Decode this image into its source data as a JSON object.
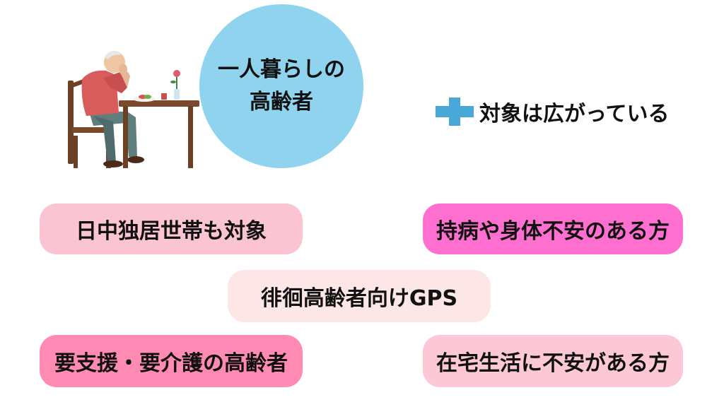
{
  "center_circle": {
    "line1": "一人暮らしの",
    "line2": "高齢者"
  },
  "plus_caption": "対象は広がっている",
  "pills": {
    "p1": "日中独居世帯も対象",
    "p2": "持病や身体不安のある方",
    "p3": "徘徊高齢者向けGPS",
    "p4": "要支援・要介護の高齢者",
    "p5": "在宅生活に不安がある方"
  },
  "colors": {
    "circle": "#8fd3ee",
    "plus": "#48a8d8",
    "pill_light_pink": "#fbc4d2",
    "pill_hot_pink": "#ff6fcf",
    "pill_pale": "#fde6e6",
    "pill_pink": "#ff8ab4",
    "pill_soft_pink": "#fcc8d6"
  },
  "icons": {
    "illustration": "elderly-man-alone-at-table"
  }
}
